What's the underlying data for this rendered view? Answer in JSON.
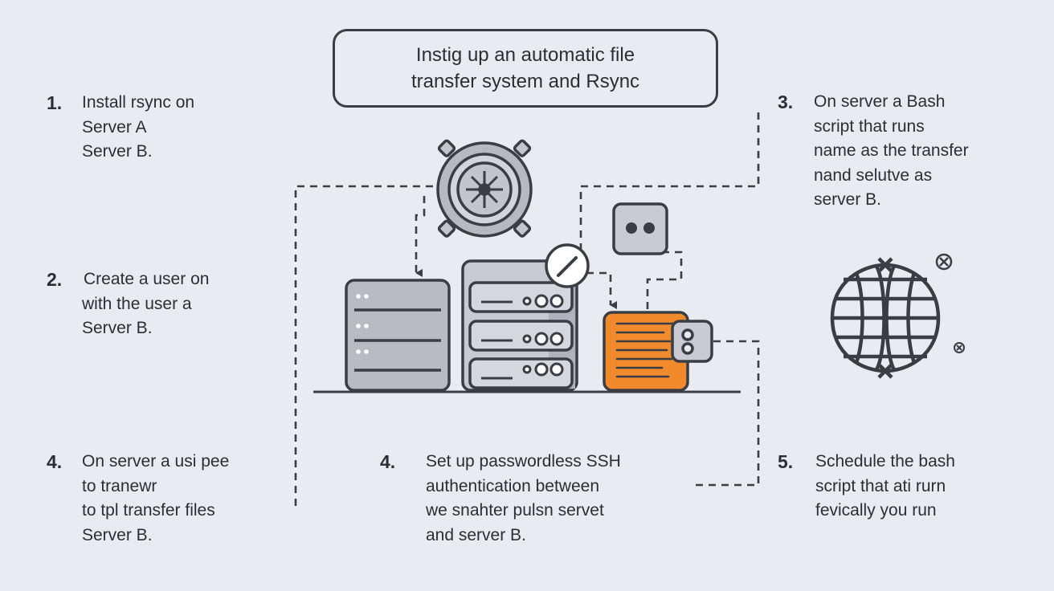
{
  "title": {
    "line1": "Instig up an automatic file",
    "line2": "transfer system and Rsync"
  },
  "steps": [
    {
      "number": "1.",
      "lines": [
        "Install rsync on",
        "Server A",
        "Server B."
      ]
    },
    {
      "number": "2.",
      "lines": [
        "Create a user on",
        "with the user a",
        "Server B."
      ]
    },
    {
      "number": "3.",
      "lines": [
        "On server a Bash",
        "script that runs",
        "name as the transfer",
        "nand selutve as",
        "server B."
      ]
    },
    {
      "number": "4.",
      "lines": [
        "On server a usi pee",
        "to tranewr",
        "to tpl transfer files",
        "Server B."
      ]
    },
    {
      "number": "4.",
      "lines": [
        "Set up passwordless SSH",
        "authentication between",
        "we snahter pulsn servet",
        "and server B."
      ]
    },
    {
      "number": "5.",
      "lines": [
        "Schedule the bash",
        "script that ati rurn",
        "fevically you run"
      ]
    }
  ],
  "colors": {
    "background": "#e8ebf0",
    "stroke": "#3a3d43",
    "server_fill": "#b9bac4",
    "accent_orange": "#f08a2c"
  },
  "icons": [
    "gear-icon",
    "server-rack-icon",
    "server-stack-icon",
    "check-icon",
    "chat-bubble-icon",
    "orange-script-icon",
    "lock-icon",
    "globe-icon",
    "close-icon"
  ]
}
